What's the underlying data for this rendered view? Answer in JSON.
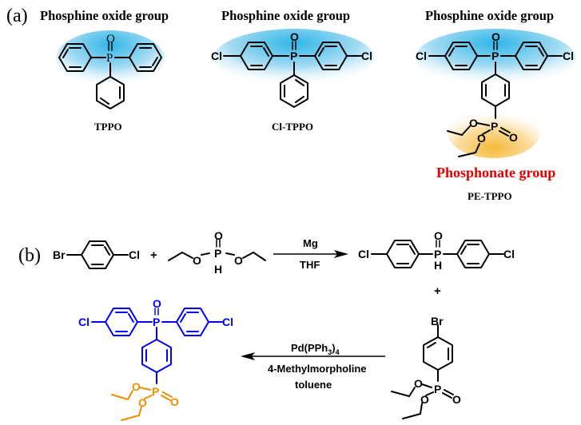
{
  "panel_a": {
    "label": "(a)",
    "compounds": [
      {
        "group_label": "Phosphine oxide group",
        "name": "TPPO"
      },
      {
        "group_label": "Phosphine oxide group",
        "name": "Cl-TPPO"
      },
      {
        "group_label": "Phosphine oxide group",
        "name": "PE-TPPO",
        "secondary_group_label": "Phosphonate group"
      }
    ]
  },
  "panel_b": {
    "label": "(b)",
    "plus_sign": "+",
    "step1": {
      "reagent_above": "Mg",
      "solvent_below": "THF"
    },
    "step2": {
      "catalyst_main": "Pd(PPh",
      "catalyst_sub1": "3",
      "catalyst_close": ")",
      "catalyst_sub2": "4",
      "base": "4-Methylmorpholine",
      "solvent": "toluene"
    }
  },
  "atoms": {
    "O": "O",
    "P": "P",
    "Cl": "Cl",
    "Br": "Br",
    "H": "H"
  },
  "colors": {
    "phosphine_oxide_highlight": "#3bbde9",
    "phosphonate_highlight": "#f8c24a",
    "product_core": "#0000ff",
    "product_phosphonate": "#f28c00",
    "phosphonate_label": "#e00000",
    "default": "#000000"
  }
}
